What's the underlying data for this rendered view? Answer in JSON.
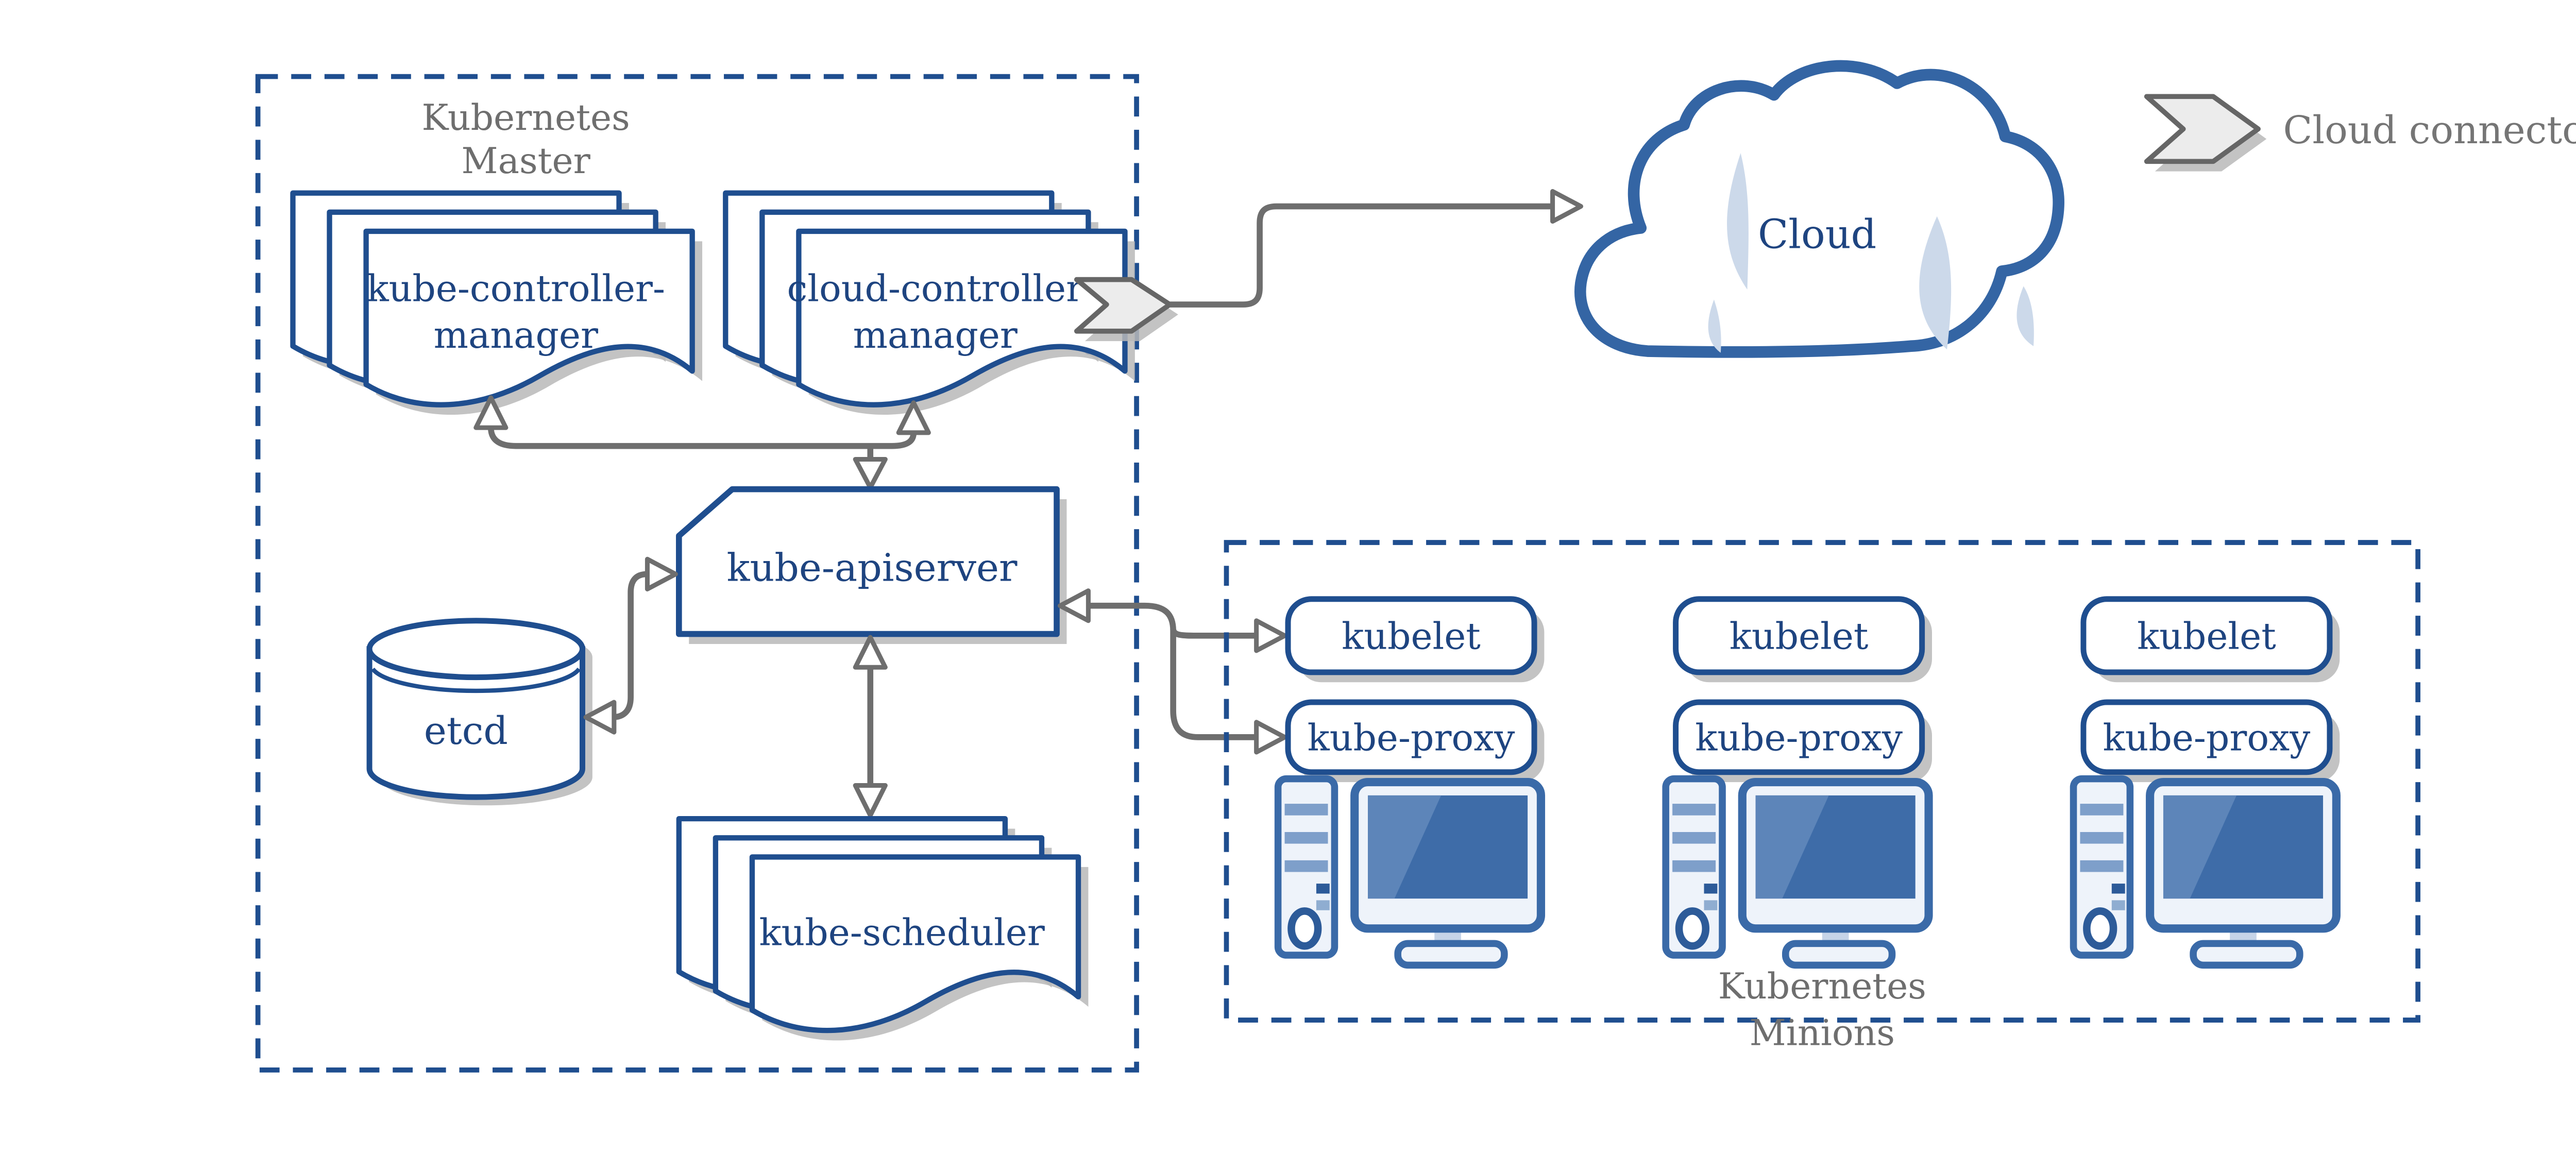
{
  "colors": {
    "blue_border": "#1f4e8f",
    "text_blue": "#1e4480",
    "gray_text": "#6e6e6e",
    "arrow_gray": "#6e6e6e",
    "shadow_gray": "#b9b9b9",
    "ribbon_fill": "#ececec",
    "cloud_border": "#3465a4",
    "cloud_shine": "#ccd9ea",
    "screen_blue": "#3e6ca8",
    "screen_shine": "#5d85b9",
    "device_fill": "#eef3fa",
    "device_border": "#3a6aa8",
    "tower_stripe": "#7e9fca"
  },
  "master": {
    "title_line1": "Kubernetes",
    "title_line2": "Master",
    "kube_controller_manager": {
      "line1": "kube-controller-",
      "line2": "manager"
    },
    "cloud_controller_manager": {
      "line1": "cloud-controller",
      "line2": "manager"
    },
    "kube_apiserver": "kube-apiserver",
    "etcd": "etcd",
    "kube_scheduler": "kube-scheduler"
  },
  "cloud": {
    "label": "Cloud"
  },
  "legend": {
    "label": "Cloud connector"
  },
  "minions": {
    "title_line1": "Kubernetes",
    "title_line2": "Minions",
    "nodes": [
      {
        "kubelet": "kubelet",
        "kube_proxy": "kube-proxy"
      },
      {
        "kubelet": "kubelet",
        "kube_proxy": "kube-proxy"
      },
      {
        "kubelet": "kubelet",
        "kube_proxy": "kube-proxy"
      }
    ]
  }
}
